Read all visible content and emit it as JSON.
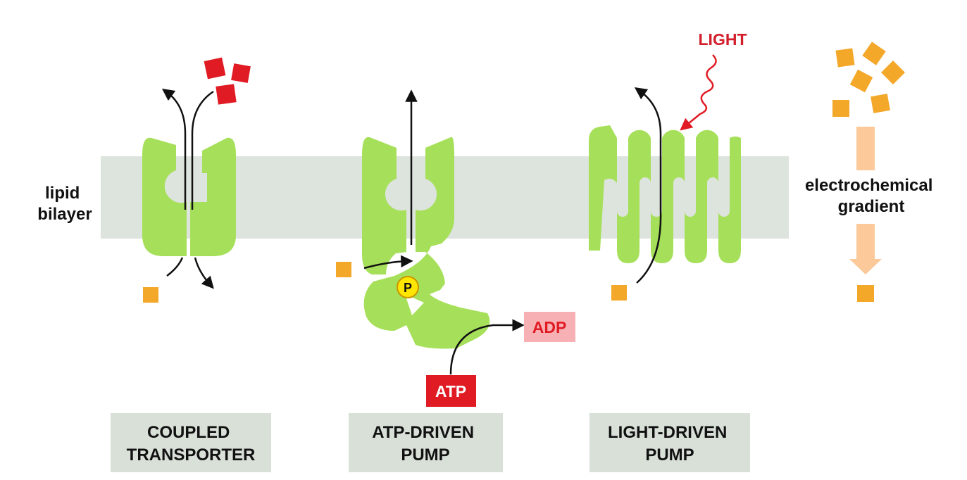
{
  "labels": {
    "lipid_bilayer": [
      "lipid",
      "bilayer"
    ],
    "electrochemical_gradient": [
      "electrochemical",
      "gradient"
    ],
    "light": "LIGHT",
    "atp": "ATP",
    "adp": "ADP",
    "phosphate": "P"
  },
  "panels": [
    {
      "lines": [
        "COUPLED",
        "TRANSPORTER"
      ]
    },
    {
      "lines": [
        "ATP-DRIVEN",
        "PUMP"
      ]
    },
    {
      "lines": [
        "LIGHT-DRIVEN",
        "PUMP"
      ]
    }
  ],
  "colors": {
    "protein": "#a6e05a",
    "membrane": "#dde3dd",
    "panel_box": "#d8e0d8",
    "solute": "#f4a82a",
    "cosolute": "#e01b24",
    "gradient_arrow": "#fbc99a",
    "atp_box": "#e01b24",
    "adp_box": "#f7b1b5",
    "adp_text": "#e01b24",
    "light_text": "#d21e2b",
    "phosphate_fill": "#ffe600"
  }
}
